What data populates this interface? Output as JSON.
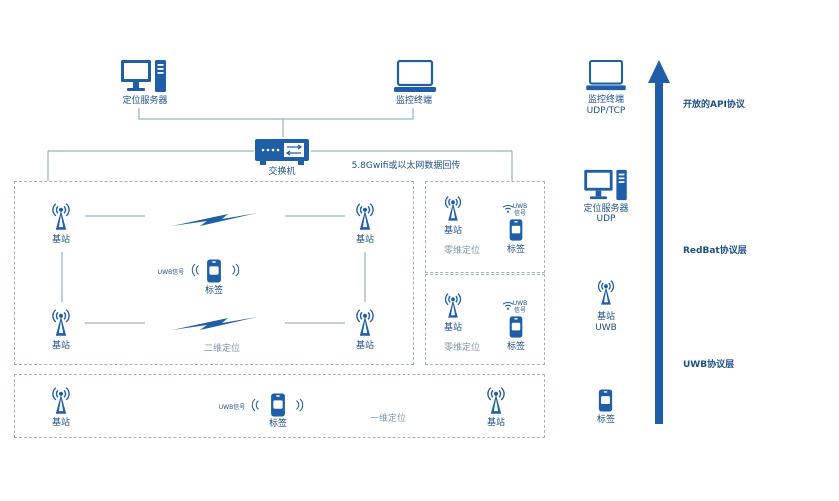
{
  "top": {
    "server_label": "定位服务器",
    "monitor_label": "监控终端",
    "switch_label": "交换机",
    "link_label": "5.8Gwifi或以太网数据回传"
  },
  "zones": {
    "two_d": {
      "station_label": "基站",
      "tag_label": "标签",
      "uwb_signal": "UWB信号",
      "title": "二维定位"
    },
    "zero_d_a": {
      "station_label": "基站",
      "tag_label": "标签",
      "uwb_signal_line1": "UWB",
      "uwb_signal_line2": "信号",
      "title": "零维定位"
    },
    "zero_d_b": {
      "station_label": "基站",
      "tag_label": "标签",
      "uwb_signal_line1": "UWB",
      "uwb_signal_line2": "信号",
      "title": "零维定位"
    },
    "one_d": {
      "station_label": "基站",
      "tag_label": "标签",
      "uwb_signal": "UWB信号",
      "title": "一维定位"
    }
  },
  "stack": {
    "monitor_label": "监控终端",
    "monitor_protocol": "UDP/TCP",
    "server_label": "定位服务器",
    "server_protocol": "UDP",
    "station_label": "基站",
    "station_protocol": "UWB",
    "tag_label": "标签"
  },
  "layers": {
    "api": "开放的API协议",
    "redbat": "RedBat协议层",
    "uwb": "UWB协议层"
  },
  "colors": {
    "primary": "#1f5fa8",
    "dark_text": "#1e4f8a",
    "dashed_border": "#9fb3c8",
    "line": "#7f9fc4"
  }
}
